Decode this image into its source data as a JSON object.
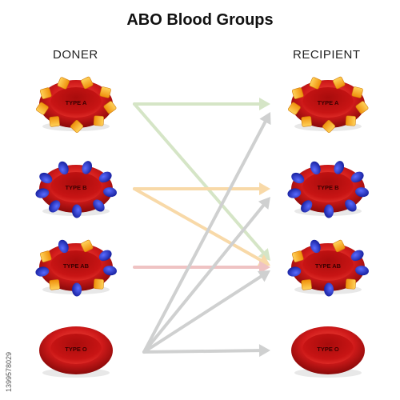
{
  "title": "ABO Blood Groups",
  "columns": {
    "donor_label": "DONER",
    "recipient_label": "RECIPIENT"
  },
  "cells": {
    "donor": [
      {
        "type": "A",
        "label": "TYPE A",
        "antigens": [
          "A"
        ]
      },
      {
        "type": "B",
        "label": "TYPE B",
        "antigens": [
          "B"
        ]
      },
      {
        "type": "AB",
        "label": "TYPE AB",
        "antigens": [
          "A",
          "B"
        ]
      },
      {
        "type": "O",
        "label": "TYPE O",
        "antigens": []
      }
    ],
    "recipient": [
      {
        "type": "A",
        "label": "TYPE A",
        "antigens": [
          "A"
        ]
      },
      {
        "type": "B",
        "label": "TYPE B",
        "antigens": [
          "B"
        ]
      },
      {
        "type": "AB",
        "label": "TYPE AB",
        "antigens": [
          "A",
          "B"
        ]
      },
      {
        "type": "O",
        "label": "TYPE O",
        "antigens": []
      }
    ]
  },
  "arrows": [
    {
      "from": "A",
      "to": "A",
      "color": "#d5e5c6"
    },
    {
      "from": "A",
      "to": "AB",
      "color": "#d5e5c6"
    },
    {
      "from": "B",
      "to": "B",
      "color": "#f8d9a8"
    },
    {
      "from": "B",
      "to": "AB",
      "color": "#f8d9a8"
    },
    {
      "from": "AB",
      "to": "AB",
      "color": "#efc3c3"
    },
    {
      "from": "O",
      "to": "A",
      "color": "#cfd0d0"
    },
    {
      "from": "O",
      "to": "B",
      "color": "#cfd0d0"
    },
    {
      "from": "O",
      "to": "AB",
      "color": "#cfd0d0"
    },
    {
      "from": "O",
      "to": "O",
      "color": "#cfd0d0"
    }
  ],
  "colors": {
    "cell_red": "#d01a1a",
    "cell_dark": "#8c0a0a",
    "antigen_a": "#f6a81a",
    "antigen_b": "#2230c8"
  },
  "watermark": "1399578029"
}
